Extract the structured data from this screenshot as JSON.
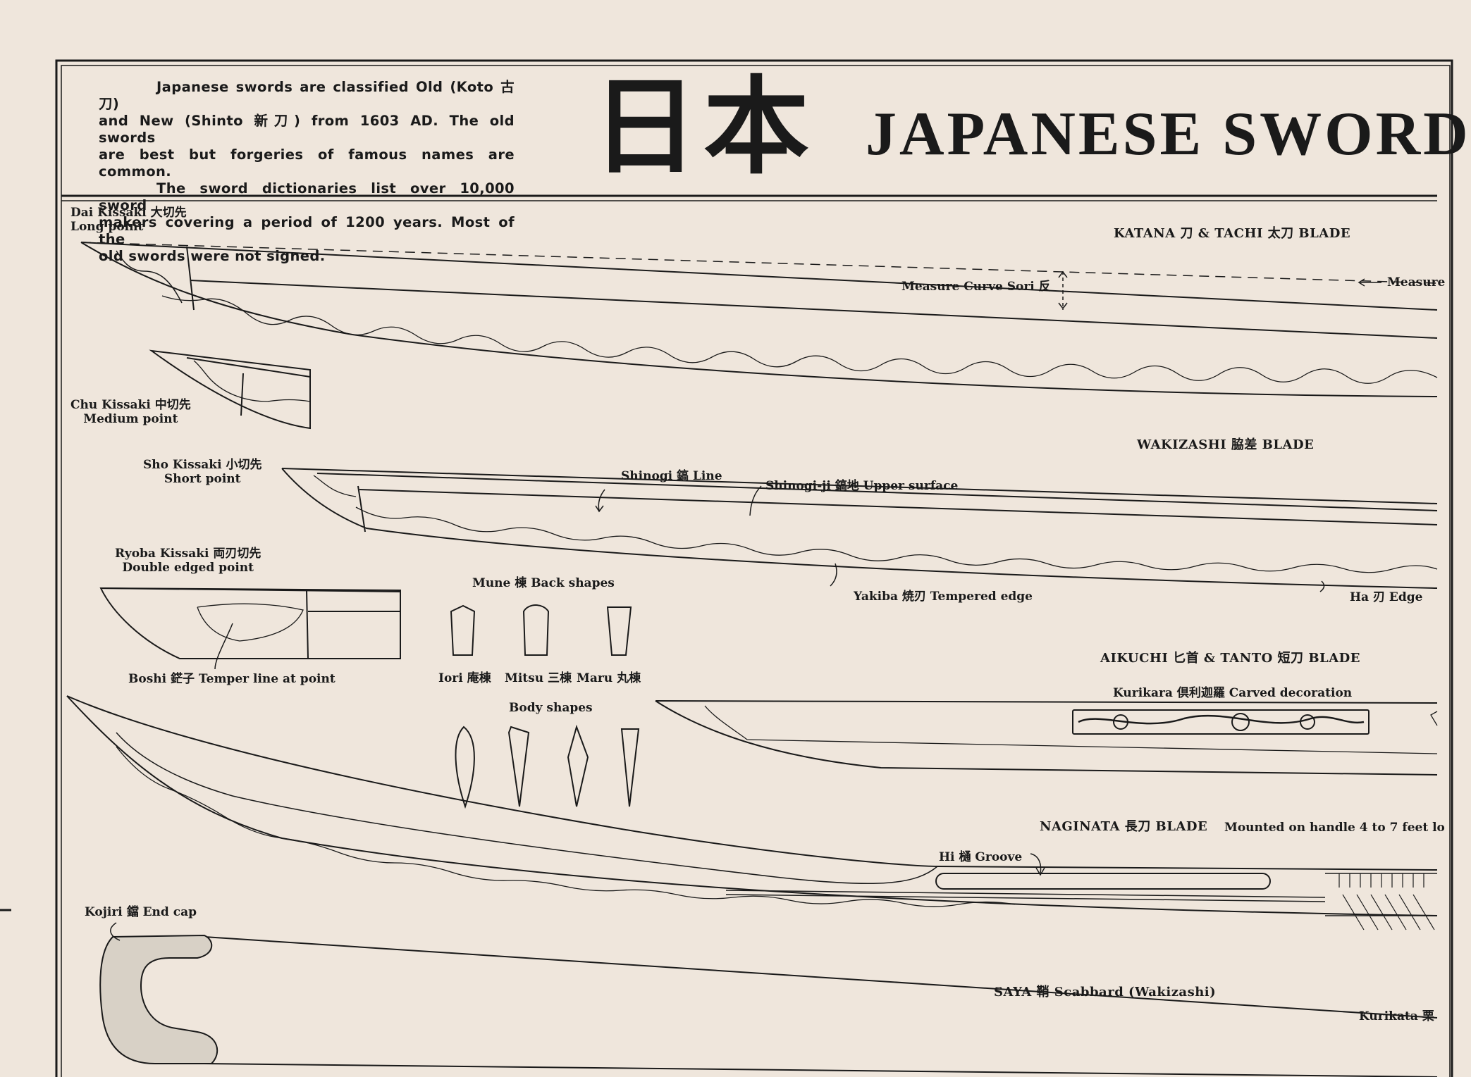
{
  "intro": {
    "lines": [
      "Japanese swords are classified Old (Koto 古刀)",
      "and New (Shinto 新刀) from 1603 AD. The old swords",
      "are best but forgeries of famous names are common.",
      "The sword dictionaries list over 10,000 sword",
      "makers covering a period of 1200 years. Most of the",
      "old swords were not signed."
    ]
  },
  "title": {
    "kanji": "日本",
    "main": "JAPANESE SWORD"
  },
  "points": {
    "dai": {
      "name": "Dai Kissaki 大切先",
      "desc": "Long point"
    },
    "chu": {
      "name": "Chu Kissaki 中切先",
      "desc": "Medium point"
    },
    "sho": {
      "name": "Sho Kissaki 小切先",
      "desc": "Short point"
    },
    "ryoba": {
      "name": "Ryoba Kissaki 両刃切先",
      "desc": "Double edged point"
    }
  },
  "blades": {
    "katana": "KATANA 刀 & TACHI 太刀 BLADE",
    "wakizashi": "WAKIZASHI 脇差 BLADE",
    "aikuchi": "AIKUCHI 匕首 & TANTO 短刀 BLADE",
    "naginata": "NAGINATA 長刀 BLADE",
    "naginata_note": "Mounted on handle 4 to 7 feet lo",
    "saya": "SAYA 鞘 Scabbard (Wakizashi)"
  },
  "parts": {
    "measure_curve": "Measure Curve Sori 反",
    "measure_right": "Measure",
    "shinogi": "Shinogi 鎬 Line",
    "shinogi_ji": "Shinogi-ji 鎬地 Upper surface",
    "yakiba": "Yakiba 焼刃 Tempered edge",
    "ha": "Ha 刃 Edge",
    "boshi": "Boshi 鋩子 Temper line at point",
    "kurikara": "Kurikara 倶利迦羅 Carved decoration",
    "hi": "Hi 樋 Groove",
    "kojiri": "Kojiri 鐺 End cap",
    "kurikata": "Kurikata 栗"
  },
  "mune": {
    "heading": "Mune 棟 Back shapes",
    "iori": "Iori 庵棟",
    "mitsu": "Mitsu 三棟",
    "maru": "Maru 丸棟",
    "body_heading": "Body shapes"
  },
  "colors": {
    "paper": "#efe6dc",
    "ink": "#1a1a1a"
  }
}
